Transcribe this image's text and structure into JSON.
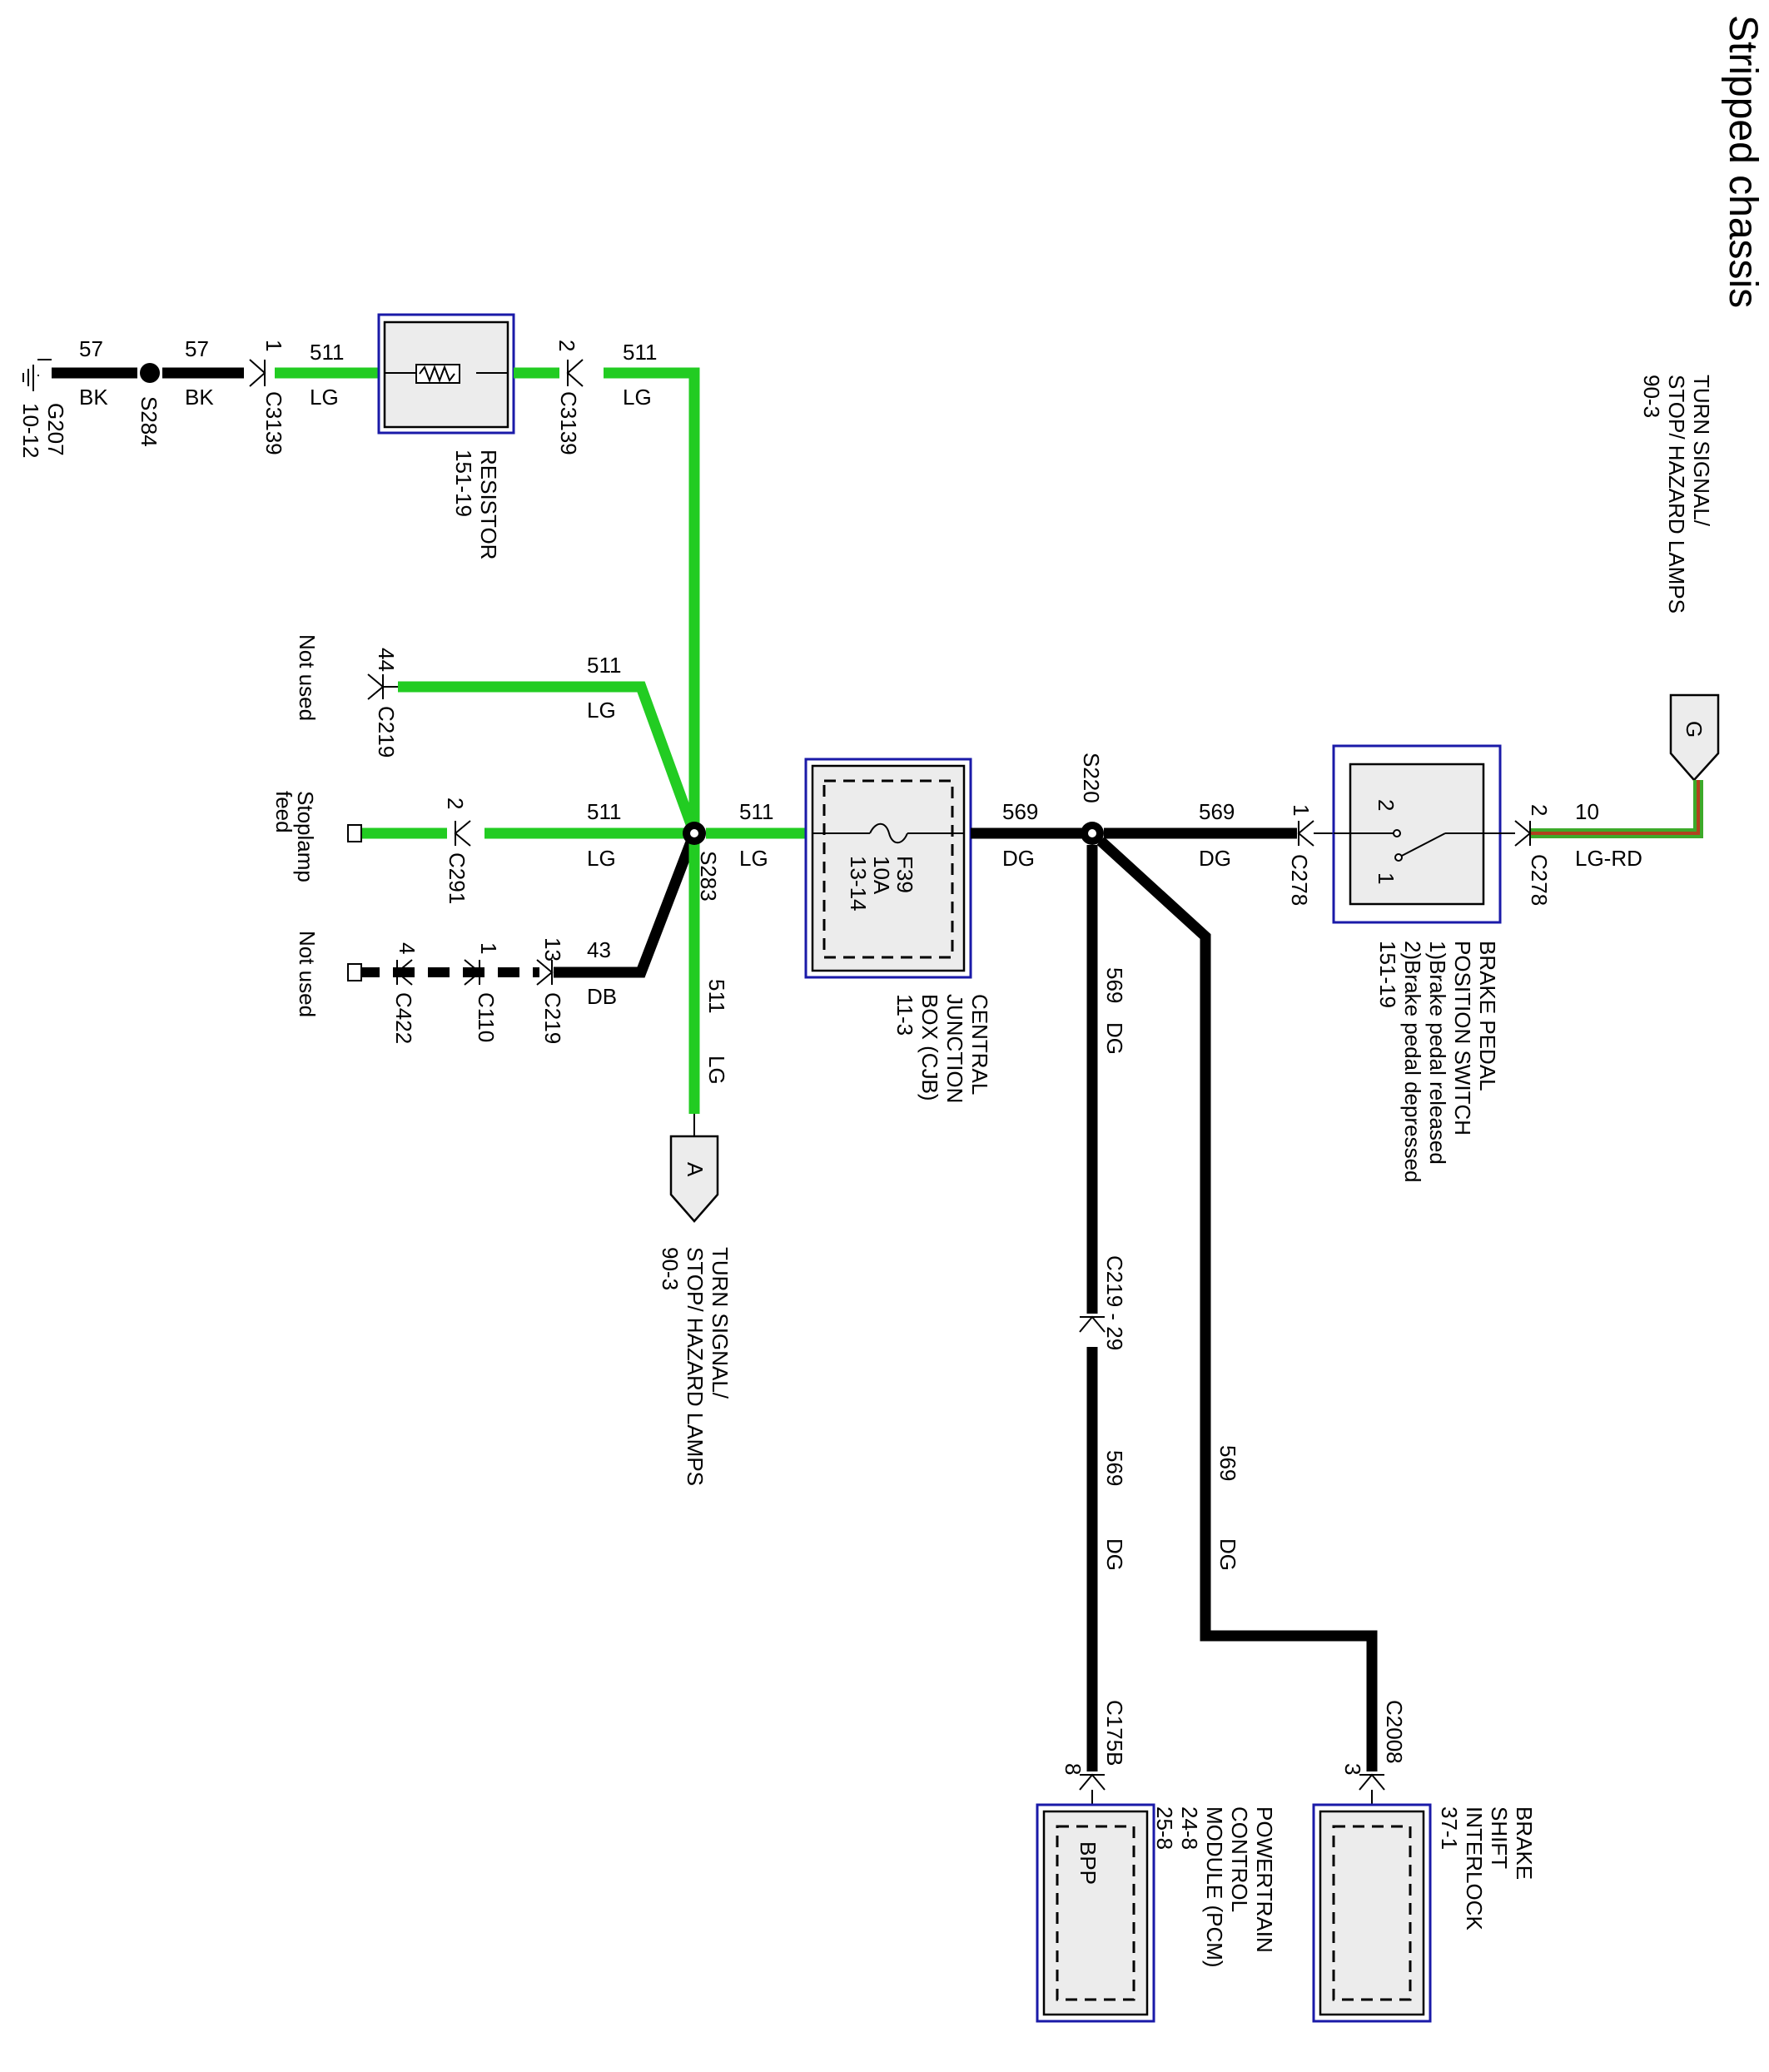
{
  "title": "Stripped chassis",
  "offpage_top": {
    "letter": "G",
    "caption": [
      "TURN SIGNAL/",
      "STOP/ HAZARD LAMPS",
      "90-3"
    ]
  },
  "offpage_bottom": {
    "letter": "A",
    "caption": [
      "TURN SIGNAL/",
      "STOP/ HAZARD LAMPS",
      "90-3"
    ]
  },
  "ground": {
    "name": "G207",
    "page": "10-12",
    "splice": "S284"
  },
  "wires": {
    "w57a": {
      "circuit": "57",
      "color": "BK"
    },
    "w57b": {
      "circuit": "57",
      "color": "BK"
    },
    "w511_res_in": {
      "circuit": "511",
      "color": "LG"
    },
    "w511_res_out": {
      "circuit": "511",
      "color": "LG"
    },
    "w511_c219": {
      "circuit": "511",
      "color": "LG"
    },
    "w511_c291": {
      "circuit": "511",
      "color": "LG"
    },
    "w43": {
      "circuit": "43",
      "color": "DB"
    },
    "w511_down": {
      "circuit": "511",
      "color": "LG"
    },
    "w511_cjb": {
      "circuit": "511",
      "color": "LG"
    },
    "w569_cjb": {
      "circuit": "569",
      "color": "DG"
    },
    "w569_switch": {
      "circuit": "569",
      "color": "DG"
    },
    "w10": {
      "circuit": "10",
      "color": "LG-RD"
    },
    "w569_v1": {
      "circuit": "569",
      "color": "DG"
    },
    "w569_v2": {
      "circuit": "569",
      "color": "DG"
    },
    "w569_v3": {
      "circuit": "569",
      "color": "DG"
    }
  },
  "connectors": {
    "c3139_pin1": {
      "name": "C3139",
      "pin": "1"
    },
    "c3139_pin2": {
      "name": "C3139",
      "pin": "2"
    },
    "c219_44": {
      "name": "C219",
      "pin": "44"
    },
    "c291_2": {
      "name": "C291",
      "pin": "2"
    },
    "c422_4": {
      "name": "C422",
      "pin": "4"
    },
    "c110_1": {
      "name": "C110",
      "pin": "1"
    },
    "c219_13": {
      "name": "C219",
      "pin": "13"
    },
    "c278_1": {
      "name": "C278",
      "pin": "1"
    },
    "c278_2": {
      "name": "C278",
      "pin": "2"
    },
    "c219_29": {
      "name": "C219 - 29"
    },
    "c175b": {
      "name": "C175B",
      "pin": "8"
    },
    "c2008": {
      "name": "C2008",
      "pin": "3"
    }
  },
  "splices": {
    "s283": "S283",
    "s220": "S220"
  },
  "notes": {
    "not_used_1": "Not used",
    "stoplamp_feed": [
      "Stoplamp",
      "feed"
    ],
    "not_used_2": "Not used"
  },
  "resistor": {
    "label": [
      "RESISTOR",
      "151-19"
    ]
  },
  "cjb": {
    "fuse": [
      "F39",
      "10A",
      "13-14"
    ],
    "label": [
      "CENTRAL",
      "JUNCTION",
      "BOX (CJB)",
      "11-3"
    ]
  },
  "brake_switch": {
    "label": [
      "BRAKE PEDAL",
      "POSITION SWITCH",
      "1)Brake pedal released",
      "2)Brake pedal depressed",
      "151-19"
    ],
    "pin2": "2",
    "pin1": "1"
  },
  "pcm": {
    "inner": "BPP",
    "label": [
      "POWERTRAIN",
      "CONTROL",
      "MODULE (PCM)",
      "24-8",
      "25-8"
    ]
  },
  "bsi": {
    "label": [
      "BRAKE",
      "SHIFT",
      "INTERLOCK",
      "37-1"
    ]
  },
  "colors": {
    "lg": "#22cc22",
    "wire_black": "#000000",
    "lg_rd_green": "#3caa2a",
    "lg_rd_red": "#b0421e",
    "box_border": "#1a1aa8",
    "box_fill": "#ececec"
  }
}
